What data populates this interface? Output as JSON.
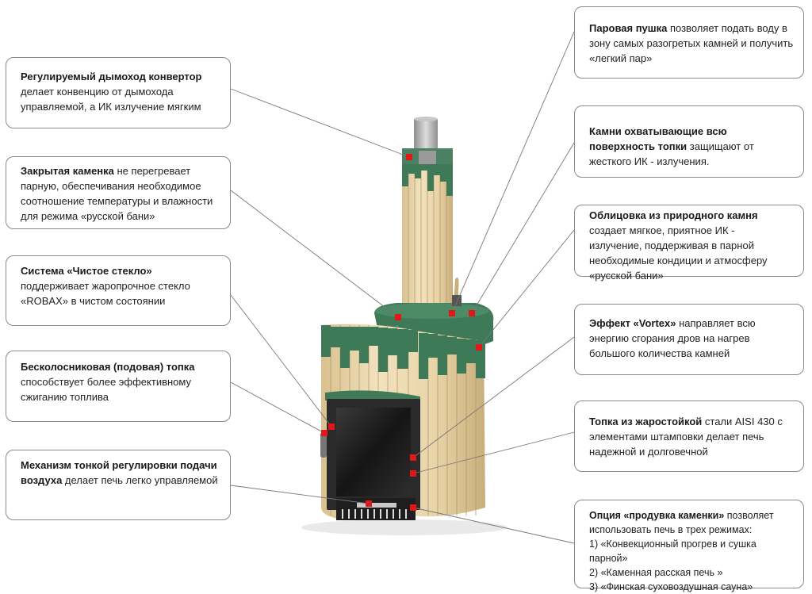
{
  "callouts": {
    "chimney": {
      "bold": "Регулируемый дымоход конвертор",
      "text": " делает конвенцию от дымохода управляемой, а ИК излучение мягким"
    },
    "closed_stones": {
      "bold": "Закрытая каменка",
      "text": " не перегревает парную,  обеспечивания необходимое соотношение температуры и влажности для режима «русской бани»"
    },
    "clean_glass": {
      "bold": "Система «Чистое стекло»",
      "text": " поддерживает жаропрочное стекло «ROBAX» в чистом состоянии"
    },
    "grateless": {
      "bold": "Бесколосниковая (подовая) топка",
      "text": " способствует более эффективному сжиганию топлива"
    },
    "air_control": {
      "bold": "Механизм тонкой регулировки подачи воздуха",
      "text": " делает печь легко управляемой"
    },
    "steam_gun": {
      "bold": "Паровая пушка",
      "text": " позволяет подать воду в зону самых разогретых камней и получить «легкий пар»"
    },
    "stones_cover": {
      "bold": "Камни охватывающие всю поверхность топки",
      "text": " защищают от жесткого ИК - излучения."
    },
    "natural_stone": {
      "bold": "Облицовка из природного камня",
      "text": " создает мягкое, приятное ИК - излучение, поддерживая в парной необходимые кондиции и атмосферу «русской бани»"
    },
    "vortex": {
      "bold": "Эффект «Vortex»",
      "text": "  направляет всю энергию сгорания дров на нагрев большого количества камней"
    },
    "firebox_steel": {
      "bold": "Топка из жаростойкой",
      "text": " стали AISI 430 с элементами штамповки делает печь надежной и долговечной"
    },
    "blowing": {
      "bold": "Опция «продувка каменки»",
      "text": " позволяет использовать печь в трех режимах:",
      "items": [
        "1) «Конвекционный прогрев и сушка парной»",
        "2) «Каменная расская печь »",
        "3) «Финская суховоздушная сауна»"
      ]
    }
  },
  "colors": {
    "marker": "#e01818",
    "leader": "#777777",
    "soapstone": "#e6d2a6",
    "jade": "#3f7a58",
    "metal": "#b7b7b7"
  }
}
